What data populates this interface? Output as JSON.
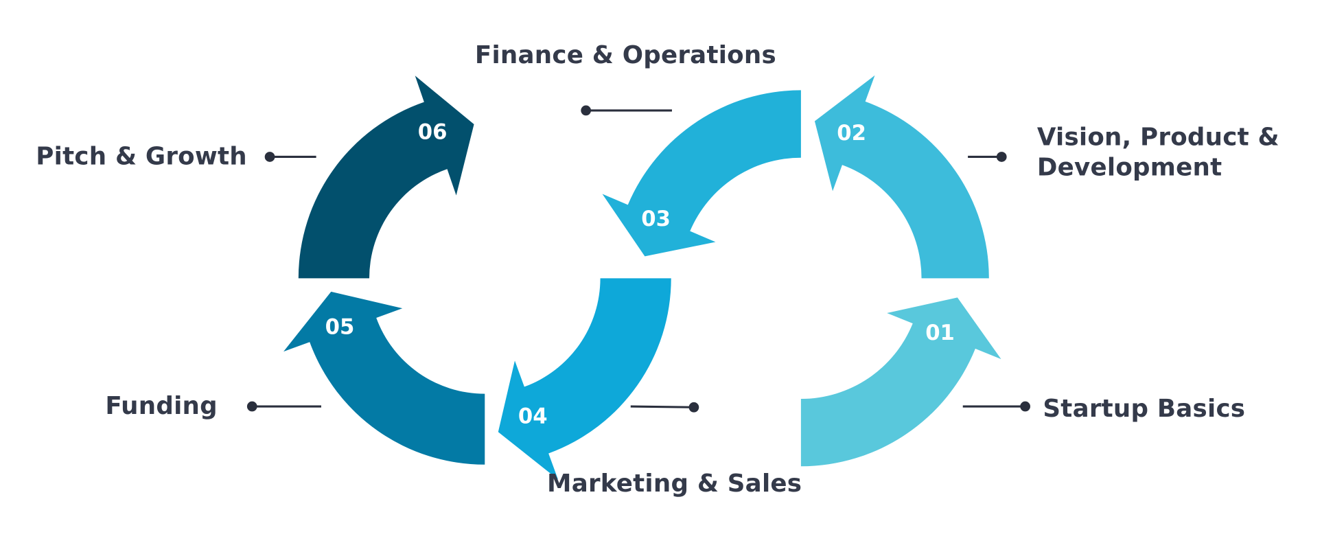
{
  "steps": [
    {
      "number": "01",
      "label": "Startup Basics",
      "color": "#59c8dc"
    },
    {
      "number": "02",
      "label_line1": "Vision, Product &",
      "label_line2": "Development",
      "color": "#3dbcdb"
    },
    {
      "number": "03",
      "label": "Finance & Operations",
      "color": "#21b1d9"
    },
    {
      "number": "04",
      "label": "Marketing & Sales",
      "color": "#0ea8d9"
    },
    {
      "number": "05",
      "label": "Funding",
      "color": "#037aa5"
    },
    {
      "number": "06",
      "label": "Pitch & Growth",
      "color": "#02506d"
    }
  ],
  "text_color": "#343a4a"
}
